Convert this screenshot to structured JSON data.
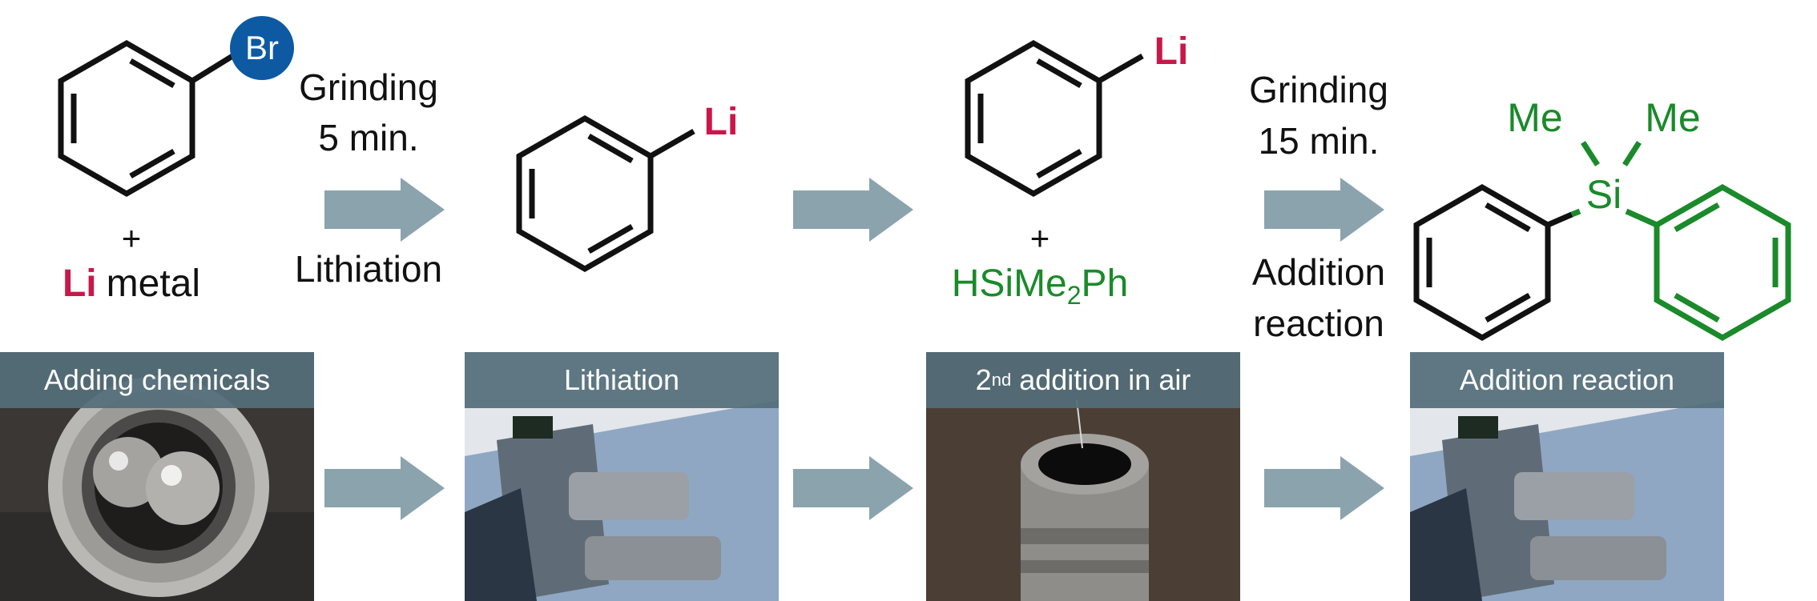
{
  "reaction_scheme": {
    "reactant_substituent": "Br",
    "reagent_plus": "+",
    "reagent_metal_symbol": "Li",
    "reagent_metal_word": "metal",
    "step1_line1": "Grinding",
    "step1_line2": "5 min.",
    "step1_line3": "Lithiation",
    "intermediate_substituent": "Li",
    "intermediate2_substituent": "Li",
    "silane_plus": "+",
    "silane_prefix": "HSiMe",
    "silane_subscript": "2",
    "silane_suffix": "Ph",
    "step2_line1": "Grinding",
    "step2_line2": "15 min.",
    "step2_line3": "Addition",
    "step2_line4": "reaction",
    "product_me_left": "Me",
    "product_me_right": "Me",
    "product_si": "Si"
  },
  "photos": [
    {
      "caption": "Adding chemicals"
    },
    {
      "caption": "Lithiation"
    },
    {
      "caption_ordinal": "2",
      "caption_sup": "nd",
      "caption_rest": " addition in air"
    },
    {
      "caption": "Addition reaction"
    }
  ],
  "colors": {
    "lithium_red": "#c8184a",
    "silicon_green": "#1a8a2a",
    "bromine_blue": "#0d5aa3",
    "arrow_gray": "#8ba3ad",
    "banner_slate": "#546e7a"
  }
}
